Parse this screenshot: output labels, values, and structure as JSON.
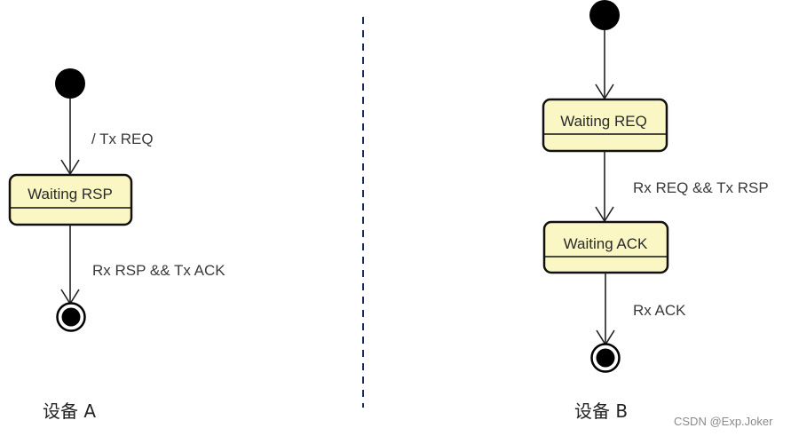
{
  "colors": {
    "state_fill": "#fbf7c4",
    "stroke": "#111111",
    "divider": "#1a2a5e"
  },
  "device_a": {
    "label": "设备 A",
    "initial_transition": "/  Tx REQ",
    "states": [
      {
        "name": "Waiting RSP"
      }
    ],
    "final_transition": "Rx RSP && Tx ACK"
  },
  "device_b": {
    "label": "设备 B",
    "states": [
      {
        "name": "Waiting REQ"
      },
      {
        "name": "Waiting ACK"
      }
    ],
    "transitions": [
      {
        "label": "Rx REQ && Tx RSP"
      },
      {
        "label": "Rx ACK"
      }
    ]
  },
  "watermark": "CSDN @Exp.Joker"
}
